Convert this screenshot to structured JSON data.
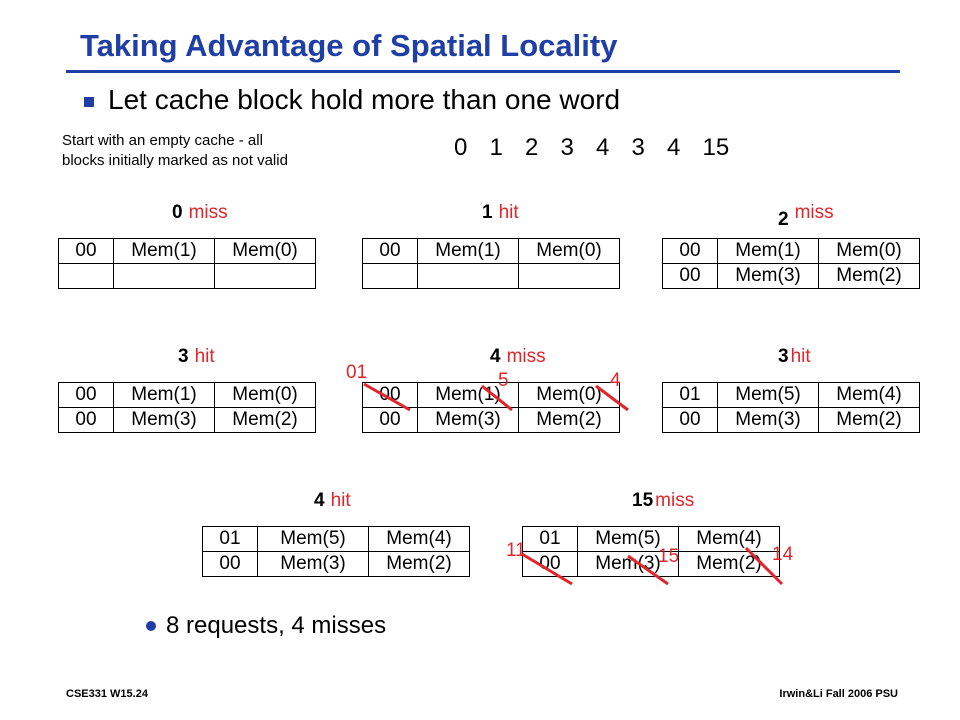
{
  "title": "Taking Advantage of Spatial Locality",
  "bullet": "Let cache block hold more than one word",
  "note_lines": [
    "Start with an empty cache - all",
    "blocks initially marked as not valid"
  ],
  "sequence": [
    "0",
    "1",
    "2",
    "3",
    "4",
    "3",
    "4",
    "15"
  ],
  "steps": [
    {
      "num": "0",
      "result": "miss",
      "rows": [
        [
          "00",
          "Mem(1)",
          "Mem(0)"
        ],
        [
          "",
          "",
          ""
        ]
      ]
    },
    {
      "num": "1",
      "result": "hit",
      "rows": [
        [
          "00",
          "Mem(1)",
          "Mem(0)"
        ],
        [
          "",
          "",
          ""
        ]
      ]
    },
    {
      "num": "2",
      "result": "miss",
      "rows": [
        [
          "00",
          "Mem(1)",
          "Mem(0)"
        ],
        [
          "00",
          "Mem(3)",
          "Mem(2)"
        ]
      ]
    },
    {
      "num": "3",
      "result": "hit",
      "rows": [
        [
          "00",
          "Mem(1)",
          "Mem(0)"
        ],
        [
          "00",
          "Mem(3)",
          "Mem(2)"
        ]
      ]
    },
    {
      "num": "4",
      "result": "miss",
      "rows": [
        [
          "00",
          "Mem(1)",
          "Mem(0)"
        ],
        [
          "00",
          "Mem(3)",
          "Mem(2)"
        ]
      ],
      "overwrites": [
        "01",
        "5",
        "4"
      ]
    },
    {
      "num": "3",
      "result": "hit",
      "rows": [
        [
          "01",
          "Mem(5)",
          "Mem(4)"
        ],
        [
          "00",
          "Mem(3)",
          "Mem(2)"
        ]
      ]
    },
    {
      "num": "4",
      "result": "hit",
      "rows": [
        [
          "01",
          "Mem(5)",
          "Mem(4)"
        ],
        [
          "00",
          "Mem(3)",
          "Mem(2)"
        ]
      ]
    },
    {
      "num": "15",
      "result": "miss",
      "rows": [
        [
          "01",
          "Mem(5)",
          "Mem(4)"
        ],
        [
          "00",
          "Mem(3)",
          "Mem(2)"
        ]
      ],
      "overwrites": [
        "11",
        "15",
        "14"
      ]
    }
  ],
  "summary": "8 requests, 4 misses",
  "footer_left": "CSE331  W15.24",
  "footer_right": "Irwin&Li Fall 2006 PSU",
  "colors": {
    "title": "#1f3fa6",
    "accent": "#e0262a"
  }
}
